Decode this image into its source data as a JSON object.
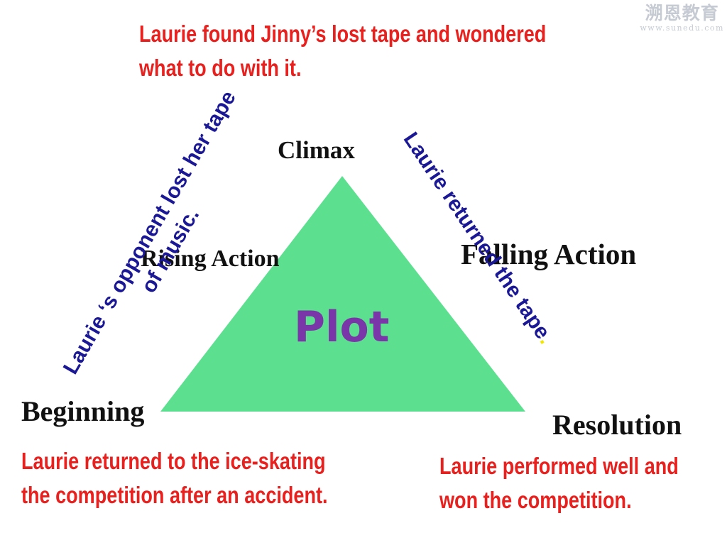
{
  "watermark": {
    "logo_text": "溯恩教育",
    "logo_url": "www.sunedu.com"
  },
  "diagram": {
    "center_label": "Plot",
    "triangle_color": "#5ce08f",
    "stages": {
      "beginning": "Beginning",
      "rising_action": "Rising Action",
      "climax": "Climax",
      "falling_action": "Falling Action",
      "resolution": "Resolution"
    },
    "events": {
      "climax_event_line1": "Laurie found Jinny’s lost tape and wondered",
      "climax_event_line2": "what to do with it.",
      "rising_event_line1": "Laurie ‘s opponent lost her tape",
      "rising_event_line2": "of music.",
      "falling_event": "Laurie returned the tape",
      "falling_event_end": ".",
      "beginning_event_line1": "Laurie  returned to the ice-skating",
      "beginning_event_line2": "the competition after an accident.",
      "resolution_event_line1": "Laurie performed well and",
      "resolution_event_line2": "won the competition."
    },
    "colors": {
      "event_red": "#e8201e",
      "event_blue": "#1b1896",
      "plot_purple": "#7a36a8",
      "period_yellow": "#f2e600"
    }
  }
}
